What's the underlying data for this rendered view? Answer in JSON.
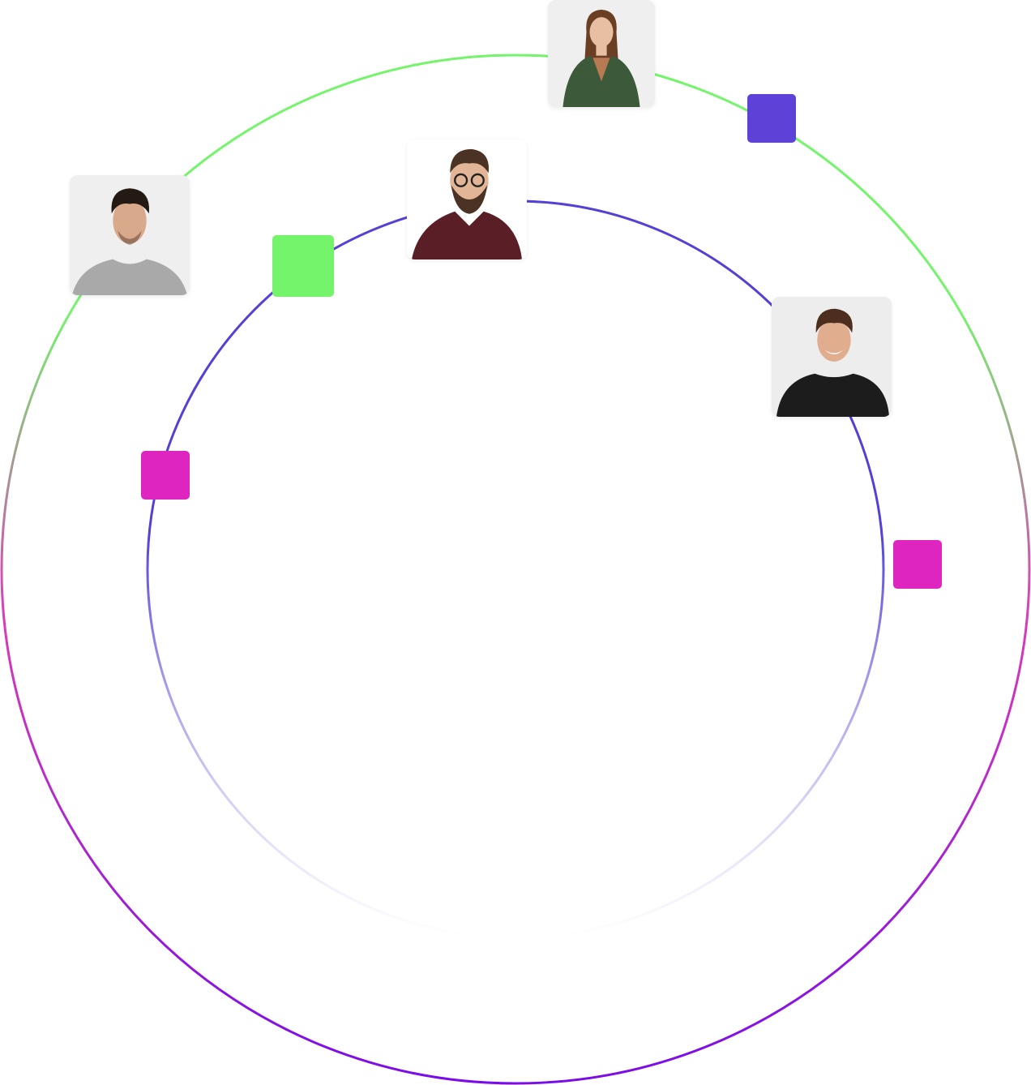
{
  "colors": {
    "outer_ring_top": "#74F46B",
    "outer_ring_mid": "#D93BB9",
    "outer_ring_bottom": "#7A0BEA",
    "inner_ring_top": "#5341D6",
    "inner_ring_bottom": "#FFFFFF",
    "square_purple": "#5E41D6",
    "square_green": "#74F46B",
    "square_magenta": "#DF25BF"
  },
  "avatars": [
    {
      "id": "woman-smiling",
      "icon": "person-photo-woman-green-shirt",
      "shirt": "#3C5A3A",
      "hair": "#6B3F24",
      "bg": "#EEEFEE"
    },
    {
      "id": "man-glasses-beard",
      "icon": "person-photo-man-glasses-beard",
      "shirt": "#5A1F26",
      "hair": "#4A3324",
      "bg": "#FFFFFF"
    },
    {
      "id": "man-grey-tshirt",
      "icon": "person-photo-man-grey-tshirt",
      "shirt": "#A9A9A9",
      "hair": "#241A14",
      "bg": "#EFEFEF"
    },
    {
      "id": "man-black-tshirt",
      "icon": "person-photo-man-black-tshirt",
      "shirt": "#1C1C1C",
      "hair": "#4D2E1E",
      "bg": "#EDEDED"
    }
  ],
  "squares": [
    {
      "id": "purple-square",
      "color": "#5E41D6"
    },
    {
      "id": "green-square",
      "color": "#74F46B"
    },
    {
      "id": "magenta-square-left",
      "color": "#DF25BF"
    },
    {
      "id": "magenta-square-right",
      "color": "#DF25BF"
    }
  ]
}
